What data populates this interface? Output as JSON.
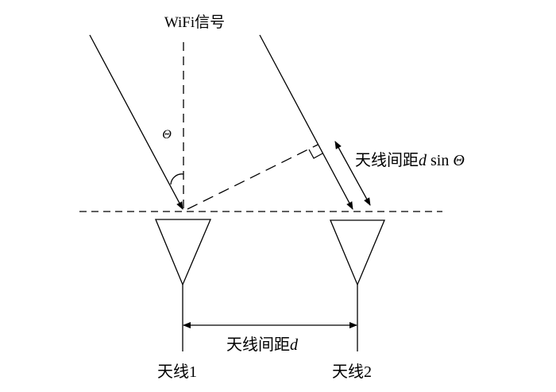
{
  "title": "WiFi信号",
  "angle_label": "Θ",
  "path_diff_label": {
    "prefix": "天线间距",
    "var": "d",
    "func": " sin ",
    "angle": "Θ"
  },
  "spacing_label": {
    "prefix": "天线间距",
    "var": "d"
  },
  "antennas": [
    {
      "label": "天线1"
    },
    {
      "label": "天线2"
    }
  ],
  "colors": {
    "stroke": "#000000",
    "background": "#ffffff"
  }
}
